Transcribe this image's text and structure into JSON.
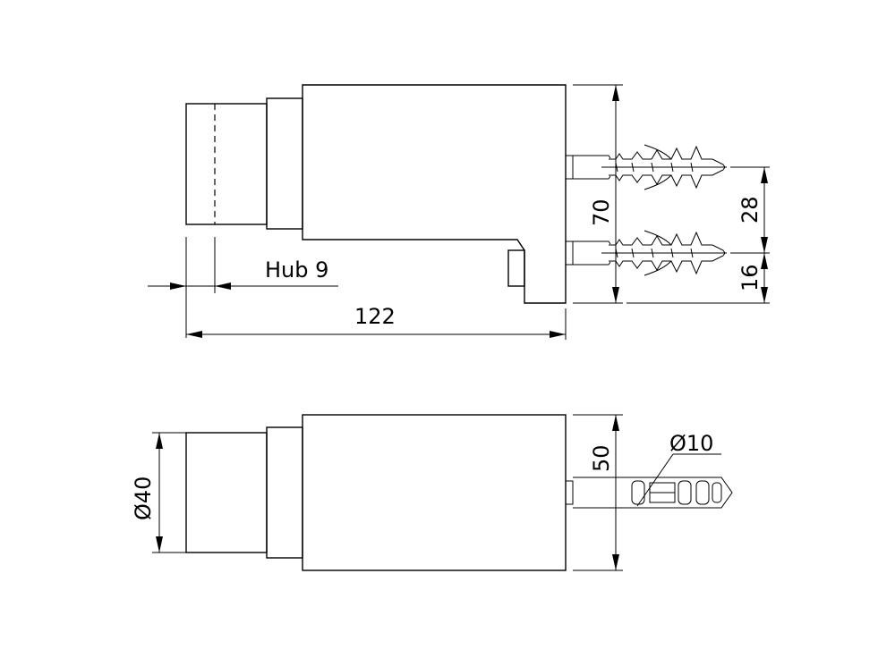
{
  "dimensions": {
    "hub_label": "Hub 9",
    "length": "122",
    "height": "70",
    "dowel_spacing": "28",
    "dowel_offset": "16",
    "diameter_body": "Ø40",
    "width": "50",
    "diameter_dowel": "Ø10"
  }
}
